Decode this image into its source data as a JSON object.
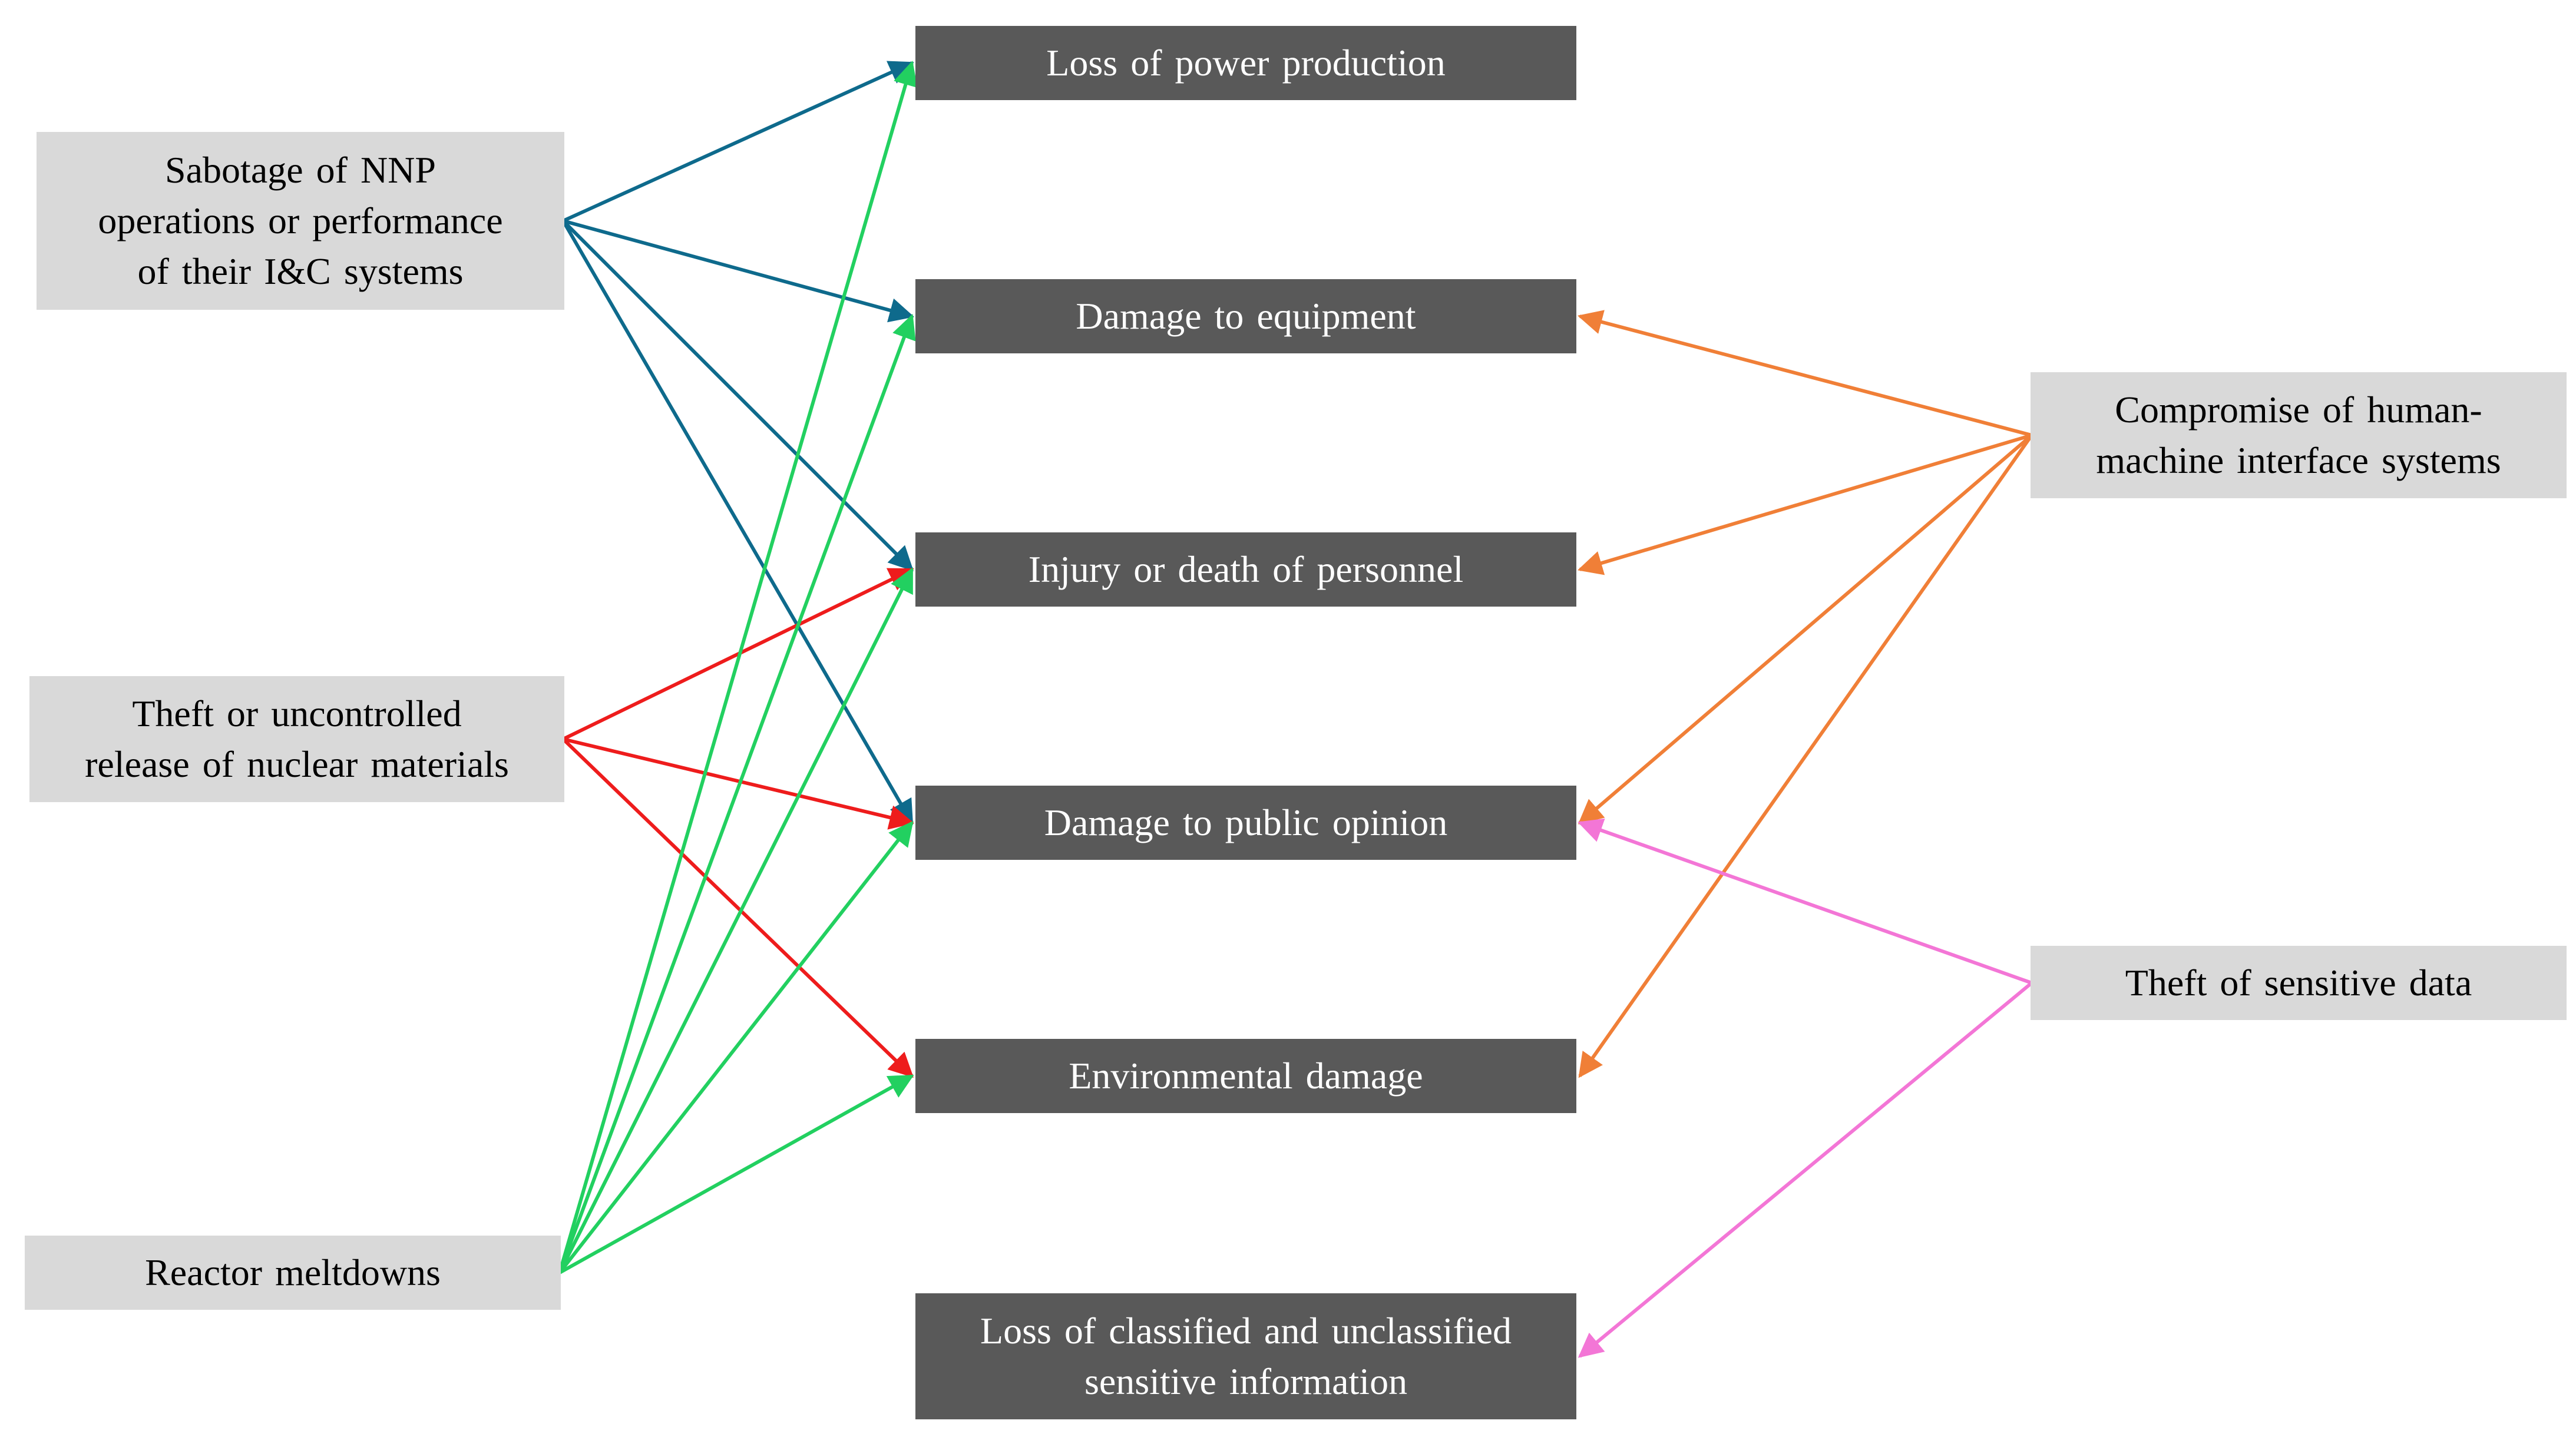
{
  "colors": {
    "cause_fill": "#d9d9d9",
    "effect_fill": "#595959",
    "effect_text": "#ffffff",
    "sabotage": "#0e6a8c",
    "theft_materials": "#ee1c1c",
    "meltdown": "#22d060",
    "hmi": "#f07f37",
    "data_theft": "#f376d6"
  },
  "causes": {
    "sabotage": {
      "lines": [
        "Sabotage of NNP",
        "operations or performance",
        "of their I&C systems"
      ]
    },
    "theft_materials": {
      "lines": [
        "Theft or uncontrolled",
        "release of nuclear materials"
      ]
    },
    "meltdown": {
      "lines": [
        "Reactor meltdowns"
      ]
    },
    "hmi": {
      "lines": [
        "Compromise of human-",
        "machine interface systems"
      ]
    },
    "data_theft": {
      "lines": [
        "Theft of sensitive data"
      ]
    }
  },
  "effects": {
    "power": {
      "lines": [
        "Loss of power production"
      ]
    },
    "equipment": {
      "lines": [
        "Damage to equipment"
      ]
    },
    "injury": {
      "lines": [
        "Injury or death of personnel"
      ]
    },
    "opinion": {
      "lines": [
        "Damage to public opinion"
      ]
    },
    "environment": {
      "lines": [
        "Environmental damage"
      ]
    },
    "classified": {
      "lines": [
        "Loss of classified and unclassified",
        "sensitive information"
      ]
    }
  },
  "links": [
    {
      "from": "sabotage",
      "to": [
        "power",
        "equipment",
        "injury",
        "opinion"
      ]
    },
    {
      "from": "theft_materials",
      "to": [
        "injury",
        "opinion",
        "environment"
      ]
    },
    {
      "from": "meltdown",
      "to": [
        "power",
        "equipment",
        "injury",
        "opinion",
        "environment"
      ]
    },
    {
      "from": "hmi",
      "to": [
        "equipment",
        "injury",
        "opinion",
        "environment"
      ]
    },
    {
      "from": "data_theft",
      "to": [
        "opinion",
        "classified"
      ]
    }
  ]
}
